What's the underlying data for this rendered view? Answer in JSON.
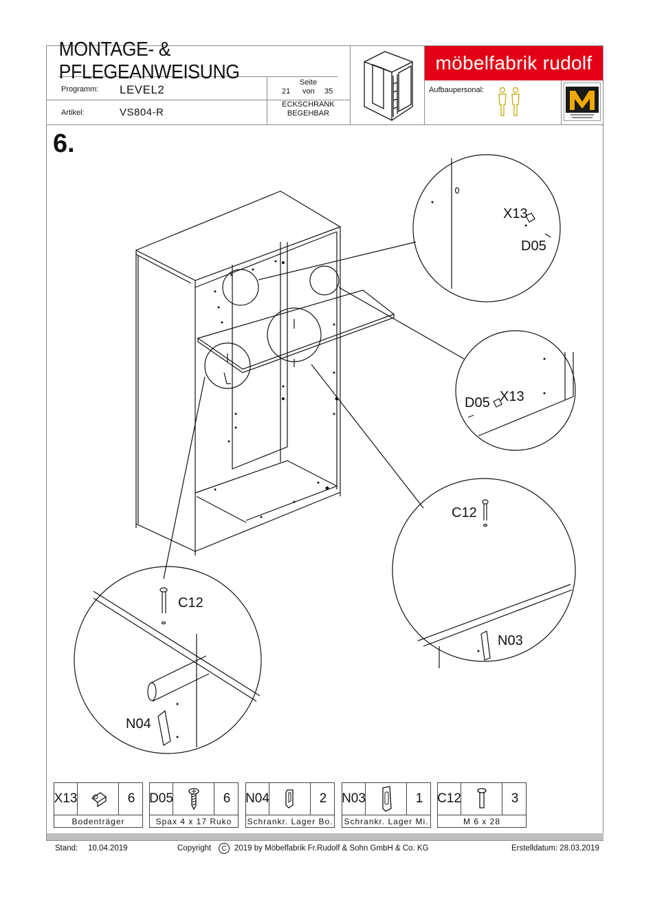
{
  "header": {
    "title": "MONTAGE- & PFLEGEANWEISUNG",
    "programm_label": "Programm:",
    "programm_value": "LEVEL2",
    "artikel_label": "Artikel:",
    "artikel_value": "VS804-R",
    "seite_label": "Seite",
    "page_current": "21",
    "page_of": "von",
    "page_total": "35",
    "product_line1": "ECKSCHRANK",
    "product_line2": "BEGEHBAR",
    "brand": "möbelfabrik rudolf",
    "aufbau_label": "Aufbaupersonal:",
    "brand_color": "#e30016"
  },
  "step": {
    "number": "6."
  },
  "callouts": {
    "top_right": [
      "X13",
      "D05"
    ],
    "mid_right": [
      "D05",
      "X13"
    ],
    "bottom_right": [
      "C12",
      "N03"
    ],
    "bottom_left": [
      "C12",
      "N04"
    ]
  },
  "parts": [
    {
      "code": "X13",
      "qty": "6",
      "name": "Bodenträger",
      "icon": "shelf-support-icon"
    },
    {
      "code": "D05",
      "qty": "6",
      "name": "Spax 4 x 17 Ruko",
      "icon": "screw-icon"
    },
    {
      "code": "N04",
      "qty": "2",
      "name": "Schrankr. Lager Bo.",
      "icon": "rail-bracket-bottom-icon"
    },
    {
      "code": "N03",
      "qty": "1",
      "name": "Schrankr. Lager Mi.",
      "icon": "rail-bracket-middle-icon"
    },
    {
      "code": "C12",
      "qty": "3",
      "name": "M 6 x 28",
      "icon": "bolt-icon"
    }
  ],
  "footer": {
    "stand_label": "Stand:",
    "stand_date": "10.04.2019",
    "copyright_word": "Copyright",
    "copyright_symbol": "C",
    "copyright_text": "2019  by Möbelfabrik Fr.Rudolf & Sohn GmbH & Co. KG",
    "created": "Erstelldatum: 28.03.2019"
  }
}
